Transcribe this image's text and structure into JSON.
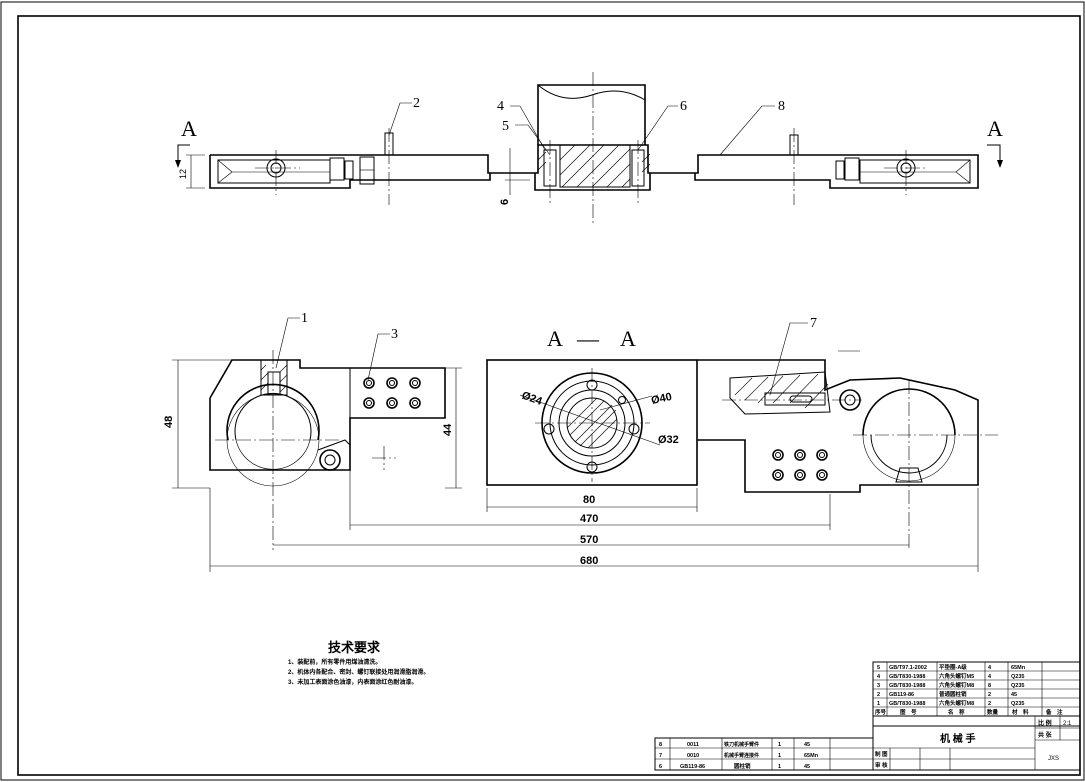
{
  "views": {
    "section_left": "A",
    "section_right": "A",
    "section_title_a": "A",
    "section_title_dash": "—",
    "section_title_b": "A"
  },
  "balloons": [
    "1",
    "2",
    "3",
    "4",
    "5",
    "6",
    "7",
    "8"
  ],
  "dimensions": {
    "thickness_12": "12",
    "gap_6": "6",
    "height_48": "48",
    "height_44": "44",
    "dia_24": "Ø24",
    "dia_40": "Ø40",
    "dia_32": "Ø32",
    "len_80": "80",
    "len_470": "470",
    "len_570": "570",
    "len_680": "680"
  },
  "tech": {
    "title": "技术要求",
    "lines": [
      "1、装配前，所有零件用煤油清洗。",
      "2、机体内各配合、密封、螺钉联接处用润滑脂润滑。",
      "3、未加工表面涂色油漆，内表面涂红色耐油漆。"
    ]
  },
  "bom_upper": [
    {
      "no": "5",
      "code": "GB/T97.1-2002",
      "name": "平垫圈-A级",
      "qty": "4",
      "mat": "65Mn"
    },
    {
      "no": "4",
      "code": "GB/T830-1988",
      "name": "六角头螺钉M5",
      "qty": "4",
      "mat": "Q235"
    },
    {
      "no": "3",
      "code": "GB/T830-1988",
      "name": "六角头螺钉M8",
      "qty": "8",
      "mat": "Q235"
    },
    {
      "no": "2",
      "code": "GB119-86",
      "name": "普通圆柱销",
      "qty": "2",
      "mat": "45"
    },
    {
      "no": "1",
      "code": "GB/T830-1988",
      "name": "六角头螺钉M8",
      "qty": "2",
      "mat": "Q235"
    }
  ],
  "bom_header": [
    "序号",
    "图　号",
    "名　称",
    "数量",
    "材　料",
    "备　注"
  ],
  "bom_lower": [
    {
      "no": "8",
      "code": "0011",
      "name": "铁刀机械手臂件",
      "qty": "1",
      "mat": "45"
    },
    {
      "no": "7",
      "code": "0010",
      "name": "机械手臂连接件",
      "qty": "1",
      "mat": "65Mn"
    },
    {
      "no": "6",
      "code": "GB119-86",
      "name": "圆柱销",
      "qty": "1",
      "mat": "45"
    }
  ],
  "title_block": {
    "part_name": "机 械 手",
    "scale_label": "比 例",
    "scale_value": "2:1",
    "sheets_label": "共 张",
    "draw_label": "制 图",
    "review_label": "审 核",
    "code": "JXS"
  }
}
